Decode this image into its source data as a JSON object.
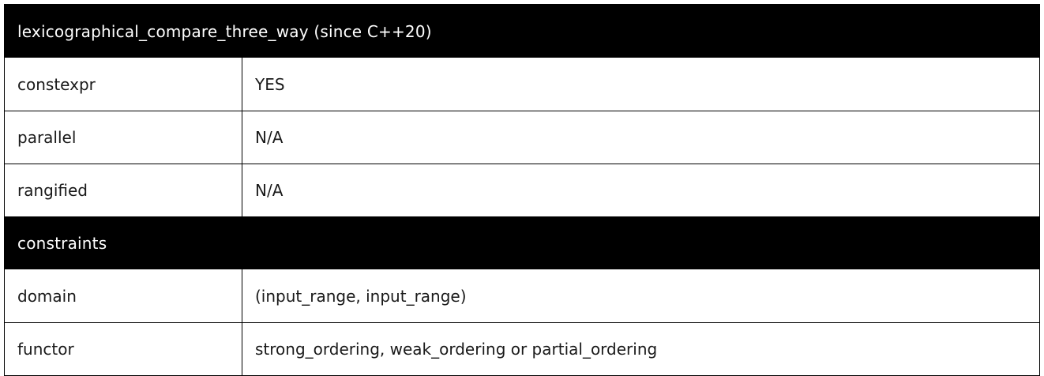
{
  "sections": [
    {
      "header": "lexicographical_compare_three_way (since C++20)",
      "rows": [
        {
          "key": "constexpr",
          "value": "YES"
        },
        {
          "key": "parallel",
          "value": "N/A"
        },
        {
          "key": "rangified",
          "value": "N/A"
        }
      ]
    },
    {
      "header": "constraints",
      "rows": [
        {
          "key": "domain",
          "value": "(input_range, input_range)"
        },
        {
          "key": "functor",
          "value": "strong_ordering, weak_ordering or partial_ordering"
        }
      ]
    }
  ]
}
